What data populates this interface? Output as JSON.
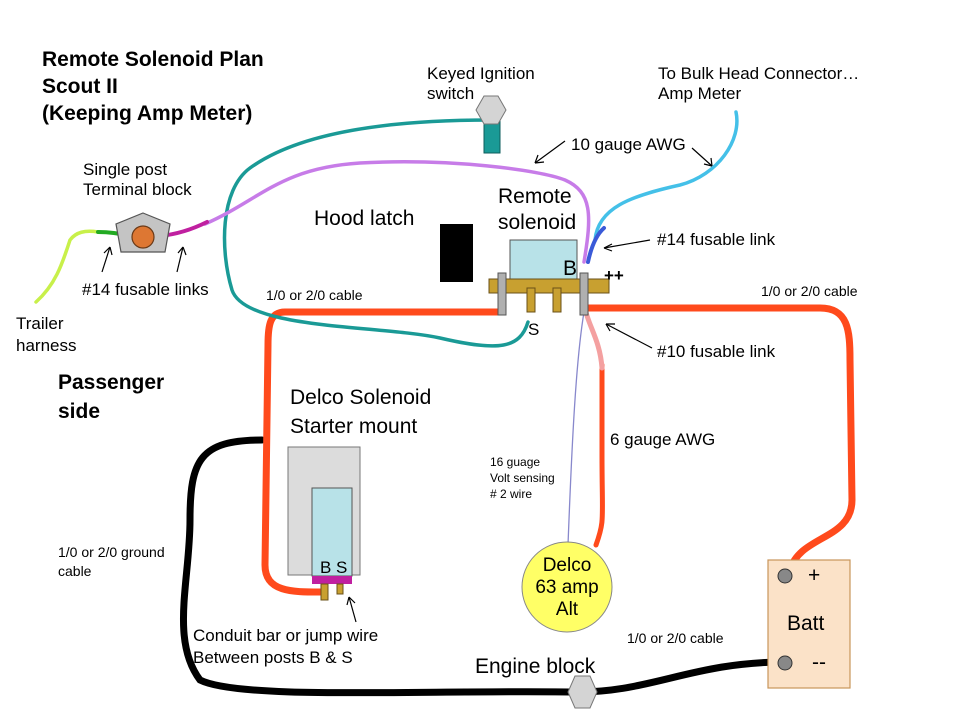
{
  "title": {
    "line1": "Remote Solenoid Plan",
    "line2": "Scout II",
    "line3": "(Keeping Amp Meter)"
  },
  "labels": {
    "keyed_ignition_1": "Keyed Ignition",
    "keyed_ignition_2": "switch",
    "bulkhead_1": "To Bulk Head Connector…",
    "bulkhead_2": "Amp Meter",
    "ten_gauge": "10 gauge AWG",
    "single_post_1": "Single post",
    "single_post_2": "Terminal block",
    "hood_latch": "Hood latch",
    "remote_solenoid_1": "Remote",
    "remote_solenoid_2": "solenoid",
    "fusable14_top": "#14 fusable link",
    "post_b": "B",
    "post_plus": "++",
    "post_s": "S",
    "fusable14_links": "#14 fusable links",
    "trailer_1": "Trailer",
    "trailer_2": "harness",
    "cable_left": "1/0 or 2/0 cable",
    "cable_right": "1/0 or 2/0 cable",
    "fusable10": "#10 fusable link",
    "passenger_1": "Passenger",
    "passenger_2": "side",
    "delco_solenoid_1": "Delco Solenoid",
    "delco_solenoid_2": "Starter mount",
    "six_gauge": "6 gauge AWG",
    "volt_1": "16 guage",
    "volt_2": "Volt sensing",
    "volt_3": "# 2 wire",
    "ground_1": "1/0 or 2/0 ground",
    "ground_2": "cable",
    "bs": "B S",
    "alt_1": "Delco",
    "alt_2": "63 amp",
    "alt_3": "Alt",
    "batt_plus": "+",
    "batt": "Batt",
    "batt_minus": "--",
    "conduit_1": "Conduit bar or jump wire",
    "conduit_2": "Between posts B & S",
    "cable_bottom": "1/0 or 2/0 cable",
    "engine_block": "Engine block"
  },
  "colors": {
    "cable_red": "#ff4a1c",
    "ground_black": "#000000",
    "teal_wire": "#1a9a96",
    "purple_wire": "#c77ce8",
    "cyan_wire": "#44c0e8",
    "solenoid_fill": "#b8e2e8",
    "alt_fill": "#ffff66",
    "battery_fill": "#fbe2c8",
    "post_brass": "#c8a030"
  }
}
